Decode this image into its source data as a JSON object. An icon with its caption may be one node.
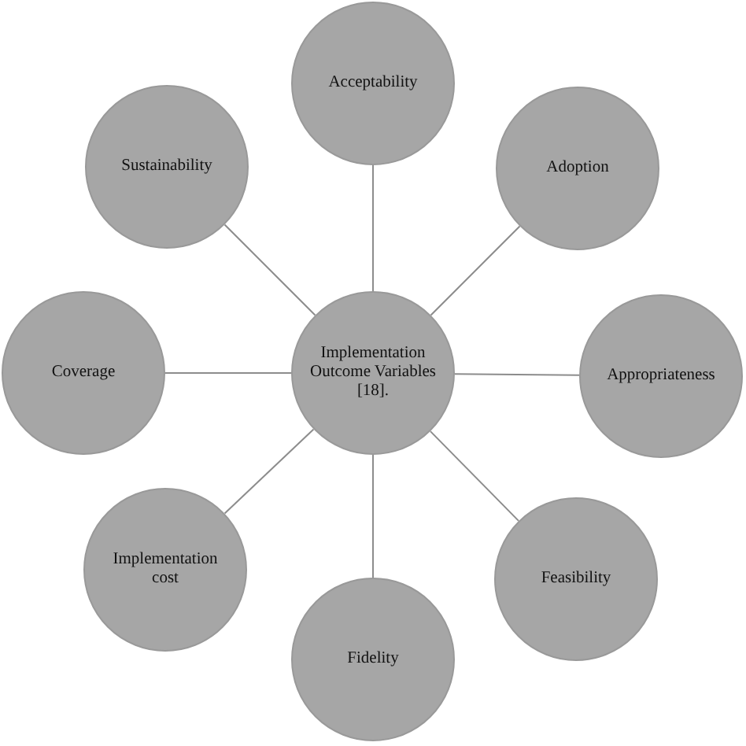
{
  "diagram": {
    "nodes": [
      {
        "text": [
          "Implementation Outcome Variables [18]."
        ]
      },
      {
        "text": [
          "Acceptability"
        ]
      },
      {
        "text": [
          "Adoption"
        ]
      },
      {
        "text": [
          "Appropriateness"
        ]
      },
      {
        "text": [
          "Feasibility"
        ]
      },
      {
        "text": [
          "Fidelity"
        ]
      },
      {
        "text": [
          "Implementation cost"
        ]
      },
      {
        "text": [
          "Coverage"
        ]
      },
      {
        "text": [
          "Sustainability"
        ]
      }
    ],
    "edges": [
      {
        "from": 0,
        "to": 1,
        "arrow": "none"
      },
      {
        "from": 0,
        "to": 2,
        "arrow": "none"
      },
      {
        "from": 0,
        "to": 3,
        "arrow": "none"
      },
      {
        "from": 0,
        "to": 4,
        "arrow": "none"
      },
      {
        "from": 0,
        "to": 5,
        "arrow": "none"
      },
      {
        "from": 0,
        "to": 6,
        "arrow": "none"
      },
      {
        "from": 0,
        "to": 7,
        "arrow": "none"
      },
      {
        "from": 0,
        "to": 8,
        "arrow": "none"
      }
    ]
  }
}
